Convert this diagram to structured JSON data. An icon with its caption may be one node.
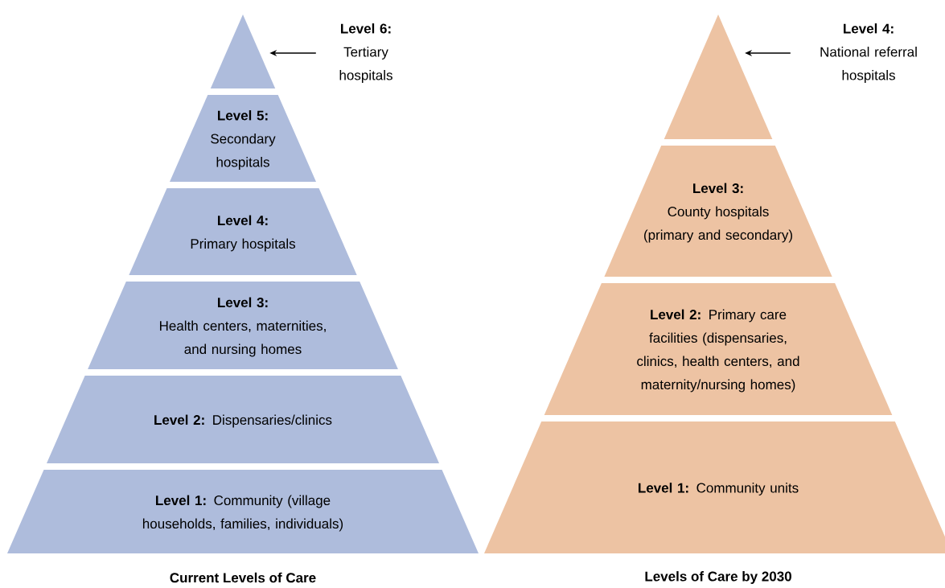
{
  "diagram": {
    "nodes": [
      {
        "text": [],
        "shape": "triangle"
      },
      {
        "text": [
          "Level 6:",
          "Tertiary hospitals"
        ]
      },
      {
        "text": [
          "Level 5:",
          "Secondary hospitals"
        ]
      },
      {
        "text": [
          "Level 4:",
          "Primary hospitals"
        ]
      },
      {
        "text": [
          "Level 3:",
          "Health centers, maternities, and nursing homes"
        ]
      },
      {
        "text": [
          "**Level 2:** Dispensaries/clinics"
        ]
      },
      {
        "text": [
          "**Level 1:** Community (village households, families, individuals)"
        ]
      },
      {
        "text": [],
        "shape": "triangle"
      },
      {
        "text": [
          "Level 4:",
          "National referral hospitals"
        ]
      },
      {
        "text": [
          "Level 3:",
          "County hospitals (primary and secondary)"
        ]
      },
      {
        "text": [
          "**Level 2:** Primary care facilities (dispensaries, clinics, health centers, and maternity/nursing homes)"
        ]
      },
      {
        "text": [
          "**Level 1:** Community units"
        ]
      }
    ],
    "edges": [
      {
        "from": 1,
        "to": 0,
        "arrow": "to"
      },
      {
        "from": 8,
        "to": 7,
        "arrow": "to"
      }
    ],
    "labels": [
      "Current Levels of Care",
      "Levels of Care by 2030"
    ]
  }
}
